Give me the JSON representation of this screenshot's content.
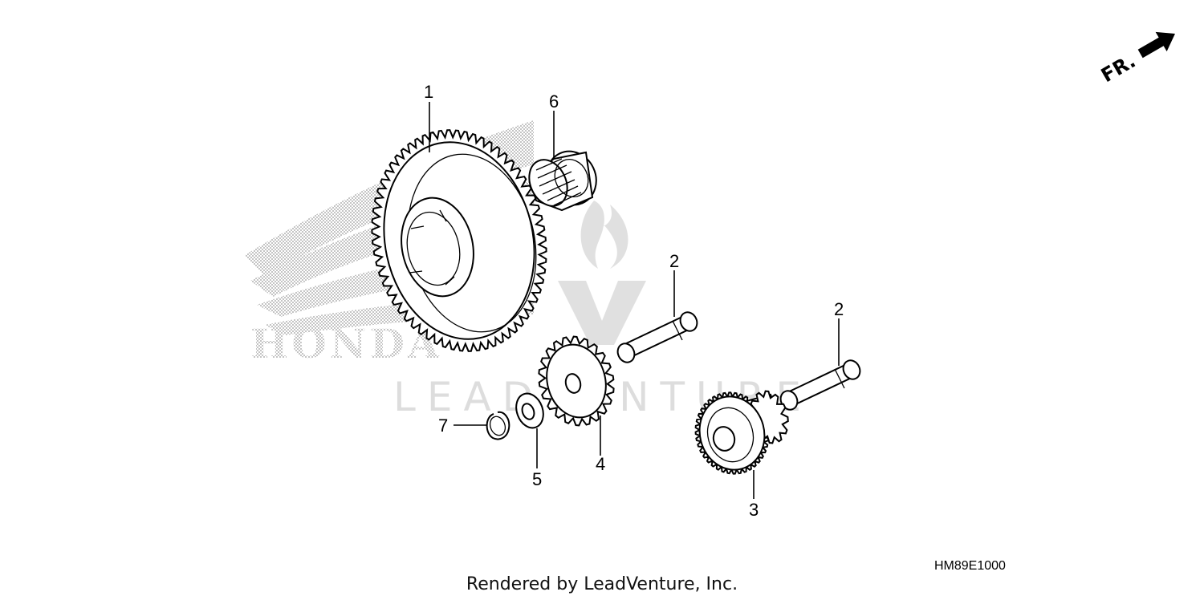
{
  "diagram": {
    "callouts": [
      {
        "id": "1",
        "label": "1"
      },
      {
        "id": "6",
        "label": "6"
      },
      {
        "id": "2a",
        "label": "2"
      },
      {
        "id": "2b",
        "label": "2"
      },
      {
        "id": "7",
        "label": "7"
      },
      {
        "id": "5",
        "label": "5"
      },
      {
        "id": "4",
        "label": "4"
      },
      {
        "id": "3",
        "label": "3"
      }
    ],
    "direction_label": "FR.",
    "diagram_code": "HM89E1000",
    "watermark_logo_text": "HONDA",
    "watermark_brand_text": "LEADVENTURE",
    "credit": "Rendered by LeadVenture, Inc."
  }
}
